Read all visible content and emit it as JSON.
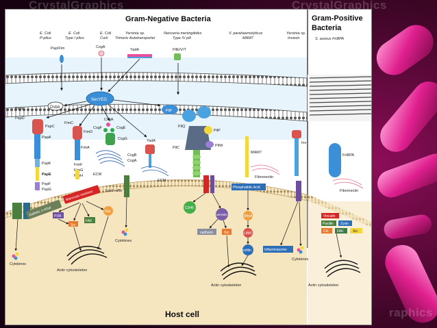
{
  "watermark": "CrystalGraphics",
  "watermark_tail": "raphics",
  "titles": {
    "gram_negative": "Gram-Negative Bacteria",
    "gram_positive_1": "Gram-Positive",
    "gram_positive_2": "Bacteria",
    "host_cell": "Host cell"
  },
  "top_labels": {
    "ecoli_p_1": "E. Coli",
    "ecoli_p_2": "P-pilus",
    "ecoli_t1_1": "E. Coli",
    "ecoli_t1_2": "Type I pilus",
    "ecoli_c_1": "E. Coli",
    "ecoli_c_2": "Curli",
    "yersinia_t_1": "Yersinia sp.",
    "yersinia_t_2": "Trimeric Autotransporter",
    "neisseria_1": "Neisseria meningitides",
    "neisseria_2": "Type IV pili",
    "vibrio_1": "V. parahaemolyticus",
    "vibrio_2": "MAM7",
    "yersinia_i_1": "Yersinia sp.",
    "yersinia_i_2": "Invasin",
    "saureus": "S. aureus FnBPA"
  },
  "proteins": {
    "papfim": "Pap/Fim",
    "csga_top": "CsgA",
    "yada_top": "YadA",
    "pile_top": "PilE/V/T",
    "secyeg": "SecYEG",
    "dsba": "DsbA",
    "pilf": "PilF",
    "paph": "PapH",
    "papd": "PapD",
    "papc": "PapC",
    "papa": "PapA",
    "papk": "PapK",
    "pape": "PapE",
    "papf": "PapF",
    "papg": "PapG",
    "fimc": "FimC",
    "fimd": "FimD",
    "fima": "FimA",
    "fimf": "FimF",
    "fimg": "FimG",
    "fimh": "FimH",
    "csga": "CsgA",
    "csgf": "CsgF",
    "csge": "CsgE",
    "csgg": "CsgG",
    "csgb": "CsgB",
    "csga_low": "CsgA",
    "yada": "YadA",
    "ecm1": "ECM",
    "ecm2": "ECM",
    "pilq": "PilQ",
    "pilp": "PilP",
    "pilc": "PilC",
    "pilw": "PilW",
    "mam7": "MAM7",
    "fibronectin1": "Fibronectin",
    "inv": "Inv",
    "fnbpa": "FnBPA",
    "fibronectin2": "Fibronectin"
  },
  "host_labels": {
    "galnac": "GalNAc 1-4Gal",
    "mannose": "Mannose residues",
    "lipid_rafts": "Lipid rafts",
    "pi3k": "PI3K",
    "src": "Src",
    "fak": "FAK",
    "rac": "Rac",
    "cd46": "CD46",
    "arrestin": "arrestin",
    "cadherin": "cadherin",
    "src2": "Src",
    "phosphatidic": "Phosphatidic Acid",
    "rhoa": "RhoA",
    "limk": "LIMK",
    "cofilin": "cofilin",
    "inflammasome": "Inflammasome",
    "vinculin": "Vinculin",
    "paxillin": "Paxillin",
    "zyxin": "Zyxin",
    "crk": "Crk",
    "fak2": "FAK",
    "src3": "Src",
    "cytokines_1": "Cytokines",
    "cytokines_2": "Cytokines",
    "cytokines_3": "Cytokines",
    "actin_1": "Actin cytoskeleton",
    "actin_2": "Actin cytoskeleton",
    "actin_3": "Actin cytoskeleton"
  },
  "colors": {
    "title": "#0b0b0b",
    "outer_membrane": "#4a4a4a",
    "host_cell": "#f6e6c0",
    "periplasm": "#e7f4fb",
    "magenta": "#d6127f",
    "pink_accent": "#e63a9a",
    "blue_protein": "#3b8fd6",
    "red_protein": "#d9534f",
    "green_protein": "#3fa34d",
    "purple_protein": "#6b4ea0"
  }
}
